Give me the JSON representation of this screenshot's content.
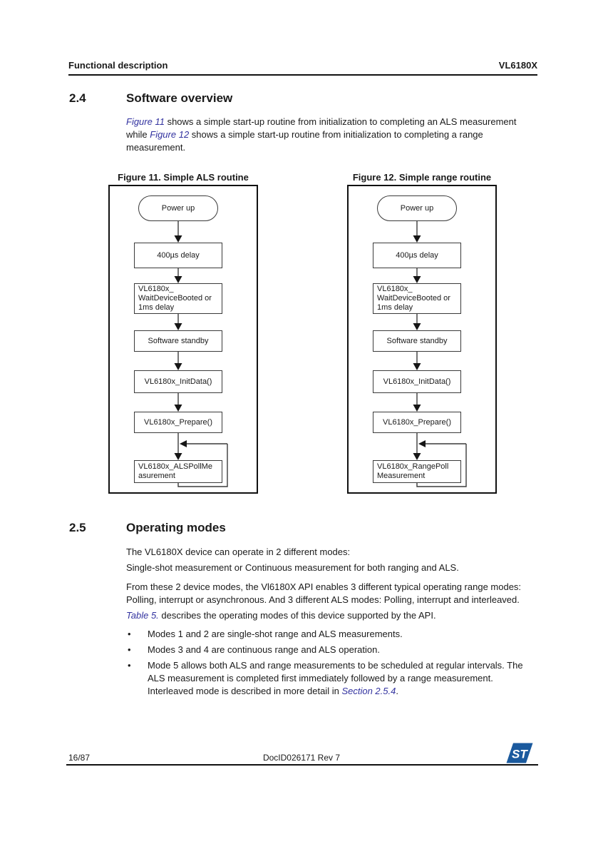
{
  "header": {
    "left": "Functional description",
    "right": "VL6180X"
  },
  "section_2_4": {
    "number": "2.4",
    "title": "Software overview",
    "intro": {
      "link_figure11": "Figure 11",
      "after_link1": " shows a simple start-up routine from initialization to completing an ALS measurement while ",
      "link_figure12": "Figure 12",
      "after_link2": " shows a simple start-up routine from initialization to completing a range measurement."
    }
  },
  "figures": [
    {
      "title": "Figure 11. Simple ALS routine",
      "power": "Power up",
      "delay": "400µs delay",
      "wait_line1": "VL6180x_",
      "wait_line2": "WaitDeviceBooted or",
      "wait_line3": "1ms delay",
      "standby": "Software standby",
      "init": "VL6180x_InitData()",
      "prepare": "VL6180x_Prepare()",
      "poll_line1": "VL6180x_ALSPollMe",
      "poll_line2": "asurement"
    },
    {
      "title": "Figure 12. Simple range routine",
      "power": "Power up",
      "delay": "400µs delay",
      "wait_line1": "VL6180x_",
      "wait_line2": "WaitDeviceBooted or",
      "wait_line3": "1ms delay",
      "standby": "Software standby",
      "init": "VL6180x_InitData()",
      "prepare": "VL6180x_Prepare()",
      "poll_line1": "VL6180x_RangePoll",
      "poll_line2": "Measurement"
    }
  ],
  "section_2_5": {
    "number": "2.5",
    "title": "Operating modes",
    "p1": "The VL6180X device can operate in 2 different modes:",
    "p2": "Single-shot measurement or Continuous measurement for both ranging and ALS.",
    "p3": "From these 2 device modes, the Vl6180X API enables 3 different typical operating range modes: Polling, interrupt or asynchronous. And 3 different ALS modes: Polling, interrupt and interleaved.",
    "p4_link": "Table 5.",
    "p4_rest": " describes the operating modes of this device supported by the API.",
    "bullet_marker": "•",
    "bullets": [
      {
        "pre": "Modes 1 and 2 are single-shot range and ALS measurements.",
        "link": "",
        "post": ""
      },
      {
        "pre": "Modes 3 and 4 are continuous range and ALS operation.",
        "link": "",
        "post": ""
      },
      {
        "pre": "Mode 5 allows both ALS and range measurements to be scheduled at regular intervals. The ALS measurement is completed first immediately followed by a range measurement. Interleaved mode is described in more detail in ",
        "link": "Section 2.5.4",
        "post": "."
      }
    ]
  },
  "footer": {
    "page_number": "16/87",
    "doc_id": "DocID026171 Rev 7",
    "logo_icon": "st-logo"
  },
  "colors": {
    "link_blue": "#3333a0",
    "logo_blue": "#1b5a9e",
    "rule_black": "#111111"
  }
}
